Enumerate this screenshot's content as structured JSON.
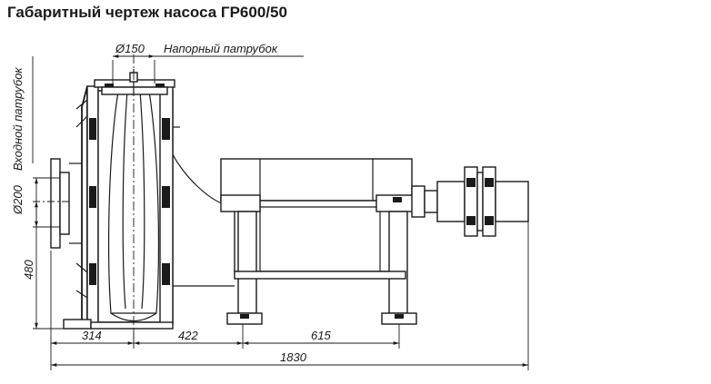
{
  "title": "Габаритный чертеж насоса ГР600/50",
  "labels": {
    "outlet_diameter": "Ø150",
    "outlet_name": "Напорный патрубок",
    "inlet_name": "Входной патрубок",
    "inlet_diameter": "Ø200",
    "axis_height": "480",
    "dim_314": "314",
    "dim_422": "422",
    "dim_615": "615",
    "dim_1830": "1830"
  }
}
